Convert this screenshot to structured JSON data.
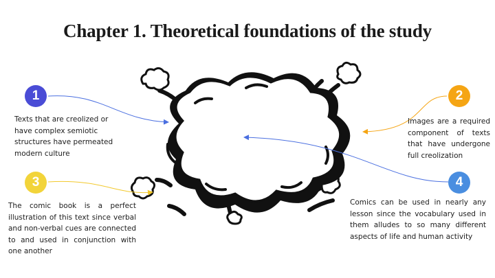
{
  "slide": {
    "title": "Chapter 1. Theoretical foundations of the study"
  },
  "points": [
    {
      "number": "1",
      "color": "#4a4cd6",
      "text": "Texts that are creolized or have complex semiotic structures have permeated modern culture"
    },
    {
      "number": "2",
      "color": "#f5a514",
      "text": "Images are a required component of texts that have undergone full creolization"
    },
    {
      "number": "3",
      "color": "#f2d43a",
      "text": "The comic book is a perfect illustration of this text since verbal and non-verbal cues are connected to and used in conjunction with one another"
    },
    {
      "number": "4",
      "color": "#4a8ee0",
      "text": "Comics can be used in nearly any lesson since the vocabulary used in them alludes to so many different aspects of life and human activity"
    }
  ],
  "graphic": {
    "icon": "comic-cloud-icon"
  }
}
